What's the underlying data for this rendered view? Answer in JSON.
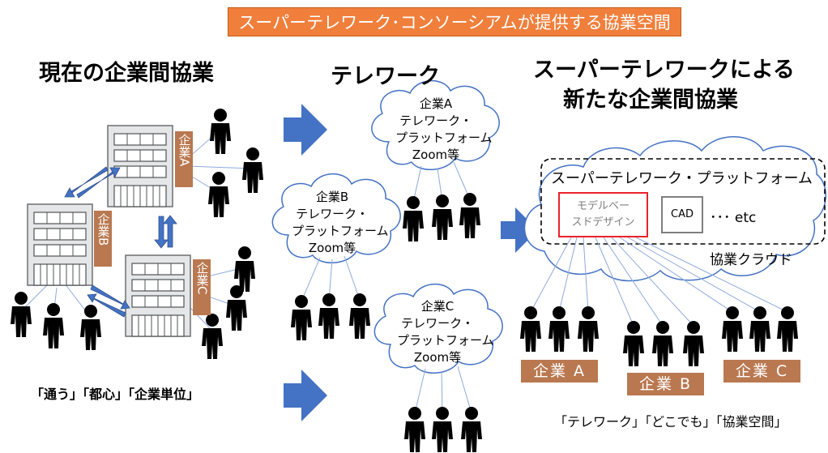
{
  "banner": "スーパーテレワーク･コンソーシアムが提供する協業空間",
  "headings": {
    "current": "現在の企業間協業",
    "telework": "テレワーク",
    "super_line1": "スーパーテレワークによる",
    "super_line2": "新たな企業間協業"
  },
  "building_tags": {
    "a": "企業A",
    "b": "企業B",
    "c": "企業C"
  },
  "telework_clouds": {
    "a": {
      "company": "企業A",
      "line2": "テレワーク・",
      "line3": "プラットフォーム",
      "line4": "Zoom等"
    },
    "b": {
      "company": "企業B",
      "line2": "テレワーク・",
      "line3": "プラットフォーム",
      "line4": "Zoom等"
    },
    "c": {
      "company": "企業C",
      "line2": "テレワーク・",
      "line3": "プラットフォーム",
      "line4": "Zoom等"
    }
  },
  "platform": {
    "title": "スーパーテレワーク・プラットフォーム",
    "mbd_line1": "モデルベー",
    "mbd_line2": "スドデザイン",
    "cad": "CAD",
    "more": "･･･ etc",
    "cloud_label": "協業クラウド"
  },
  "companies": {
    "a": "企業 A",
    "b": "企業 B",
    "c": "企業 C"
  },
  "captions": {
    "current": "「通う」「都心」「企業単位」",
    "new": "「テレワーク」「どこでも」「協業空間」"
  },
  "colors": {
    "banner": "#f07f3c",
    "company_tag": "#b97850",
    "arrow": "#4472c4",
    "highlight": "#e8232a"
  }
}
